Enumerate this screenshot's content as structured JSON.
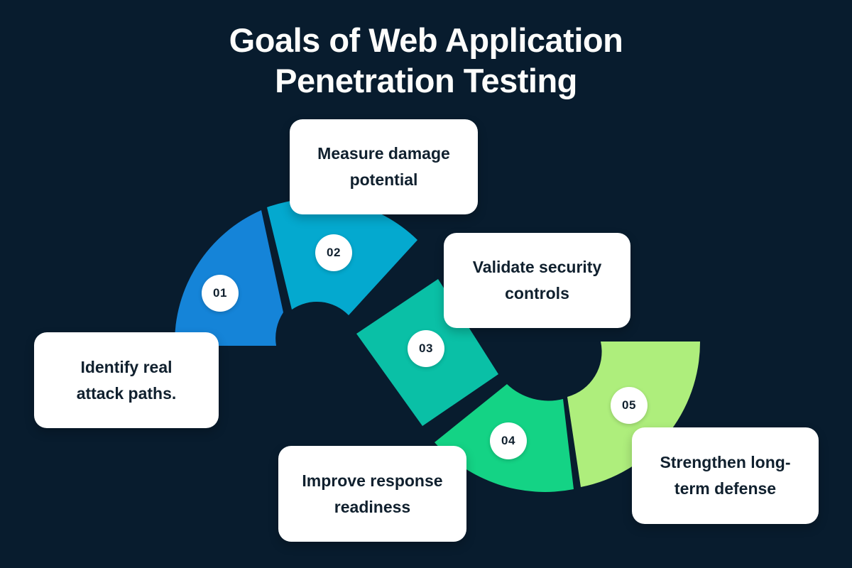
{
  "title": {
    "line1": "Goals of Web Application",
    "line2": "Penetration Testing"
  },
  "steps": [
    {
      "number": "01",
      "label": "Identify real attack paths.",
      "color": "#1584d8"
    },
    {
      "number": "02",
      "label": "Measure damage potential",
      "color": "#04a9cf"
    },
    {
      "number": "03",
      "label": "Validate security controls",
      "color": "#0ac0a6"
    },
    {
      "number": "04",
      "label": "Improve response readiness",
      "color": "#14d385"
    },
    {
      "number": "05",
      "label": "Strengthen long-term defense",
      "color": "#aeee7c"
    }
  ],
  "colors": {
    "background": "#081c2e",
    "card": "#ffffff",
    "text": "#10202e",
    "badge_text": "#10202e",
    "title": "#fdfdfb"
  }
}
